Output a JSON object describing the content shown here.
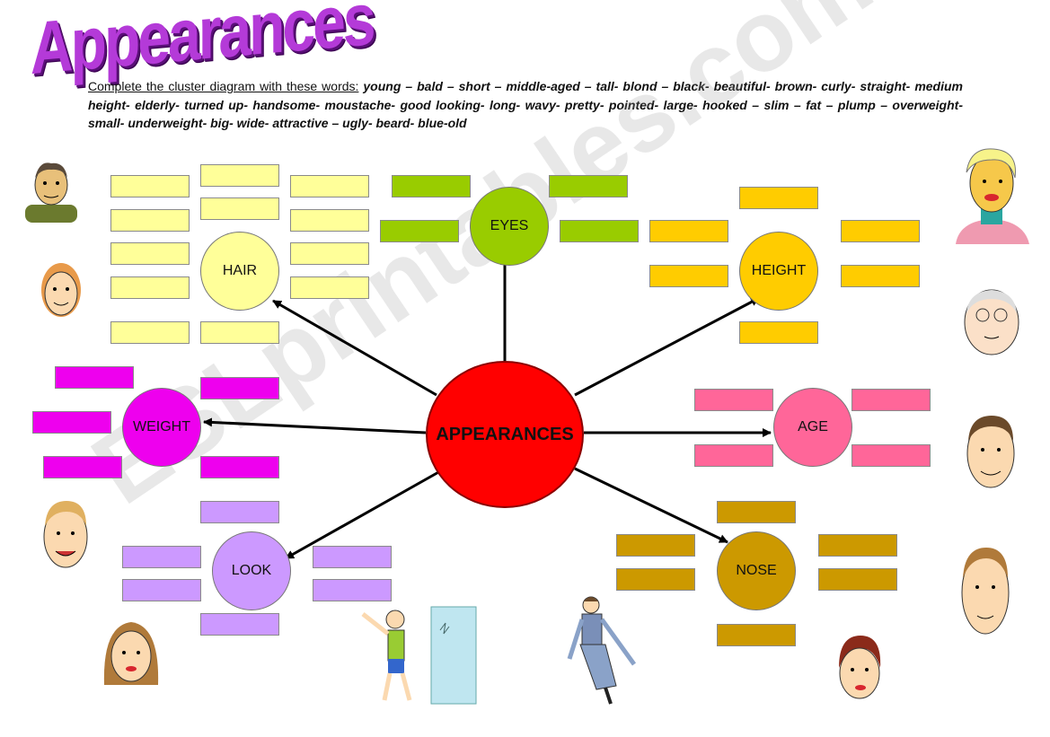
{
  "title": "Appearances",
  "instructions": {
    "lead": "Complete the cluster diagram with these words:",
    "words": "young – bald – short – middle-aged – tall- blond – black- beautiful- brown- curly- straight- medium height- elderly- turned up- handsome- moustache- good looking- long- wavy- pretty- pointed- large- hooked – slim – fat – plump – overweight- small- underweight- big- wide- attractive – ugly- beard- blue-old"
  },
  "center_label": "APPEARANCES",
  "categories": {
    "hair": "HAIR",
    "eyes": "EYES",
    "height": "HEIGHT",
    "weight": "WEIGHT",
    "age": "AGE",
    "look": "LOOK",
    "nose": "NOSE"
  },
  "colors": {
    "hair": "#ffff99",
    "eyes": "#99cc00",
    "height": "#ffcc00",
    "weight": "#ee00ee",
    "age": "#ff6699",
    "look": "#cc99ff",
    "nose": "#cc9900",
    "center": "#ff0000"
  },
  "watermark": "ESLprintables.com",
  "illustrations": [
    "man-face",
    "woman-face",
    "blond-woman-face",
    "old-man-face",
    "man-face",
    "boy-face",
    "man-face",
    "woman-face",
    "boy-mirror",
    "woman-sitting",
    "woman-face"
  ]
}
